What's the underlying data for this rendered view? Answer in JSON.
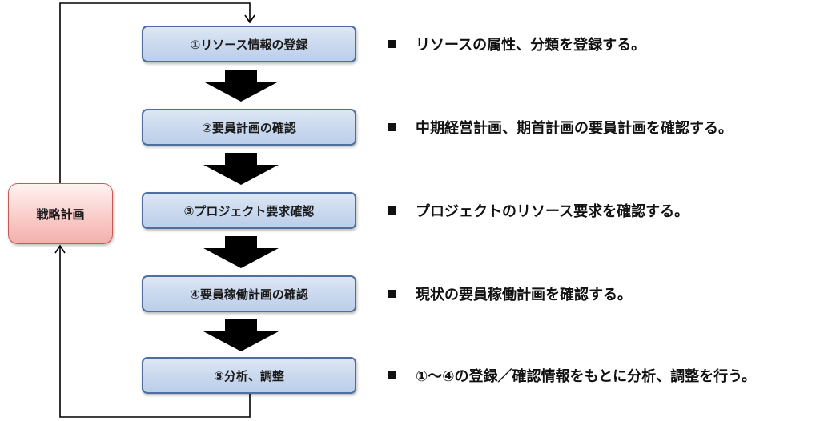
{
  "strategy": {
    "label": "戦略計画"
  },
  "steps": [
    {
      "label": "①リソース情報の登録",
      "description": "リソースの属性、分類を登録する。"
    },
    {
      "label": "②要員計画の確認",
      "description": "中期経営計画、期首計画の要員計画を確認する。"
    },
    {
      "label": "③プロジェクト要求確認",
      "description": "プロジェクトのリソース要求を確認する。"
    },
    {
      "label": "④要員稼働計画の確認",
      "description": "現状の要員稼働計画を確認する。"
    },
    {
      "label": "⑤分析、調整",
      "description": "①～④の登録／確認情報をもとに分析、調整を行う。"
    }
  ]
}
